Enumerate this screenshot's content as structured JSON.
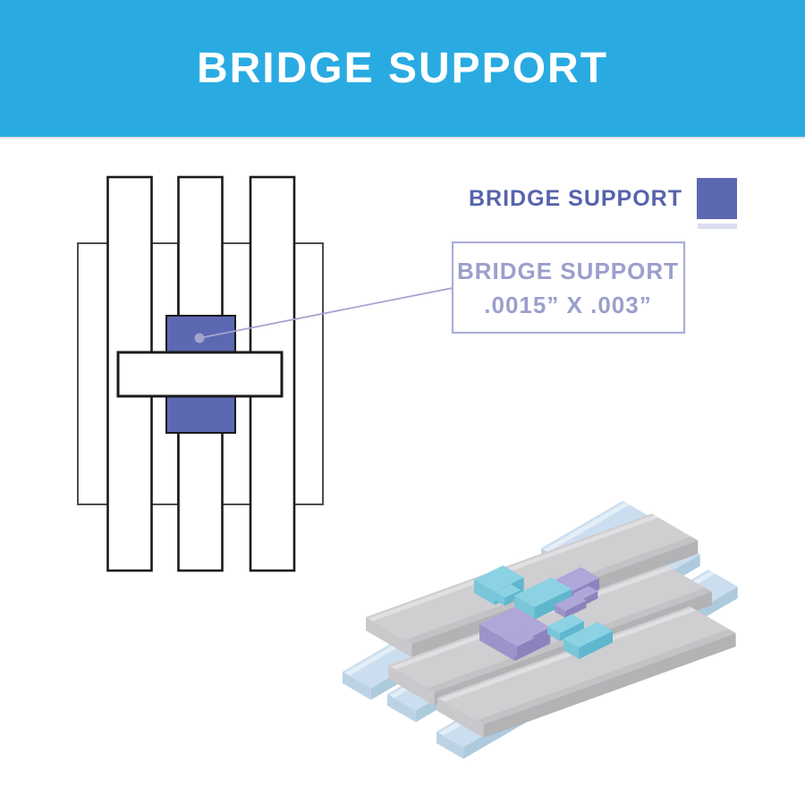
{
  "header": {
    "title": "BRIDGE SUPPORT"
  },
  "legend": {
    "label": "BRIDGE SUPPORT"
  },
  "callout": {
    "title": "BRIDGE SUPPORT",
    "dimensions": ".0015” X .003”"
  },
  "colors": {
    "banner_bg": "#29ABE2",
    "banner_text": "#FFFFFF",
    "support_purple": "#5C68B2",
    "legend_text": "#5763AC",
    "legend_swatch_shadow": "#DCDEEF",
    "callout_text": "#9B9FCC",
    "callout_border": "#ABADD6",
    "leader": "#A5A3CF",
    "outline_black": "#1A1A1A",
    "outline_gray": "#4D4D4D",
    "iso": {
      "gray_top": "#CFCED1",
      "gray_stripe": "#E0DFE2",
      "gray_bevel": "#C3C2C5",
      "gray_side": "#B3B2B5",
      "gray_end": "#C9C8CB",
      "tab_top": "#CBDEEF",
      "tab_stripe": "#E4EEF7",
      "tab_side": "#AECADD",
      "tab_end": "#BCD3E5",
      "cyan_top": "#8BD2E5",
      "cyan_side": "#5FB7CD",
      "cyan_end": "#79C6D9",
      "purple_top": "#AFA7D8",
      "purple_side": "#8C83BD",
      "purple_end": "#9C94C9"
    }
  }
}
